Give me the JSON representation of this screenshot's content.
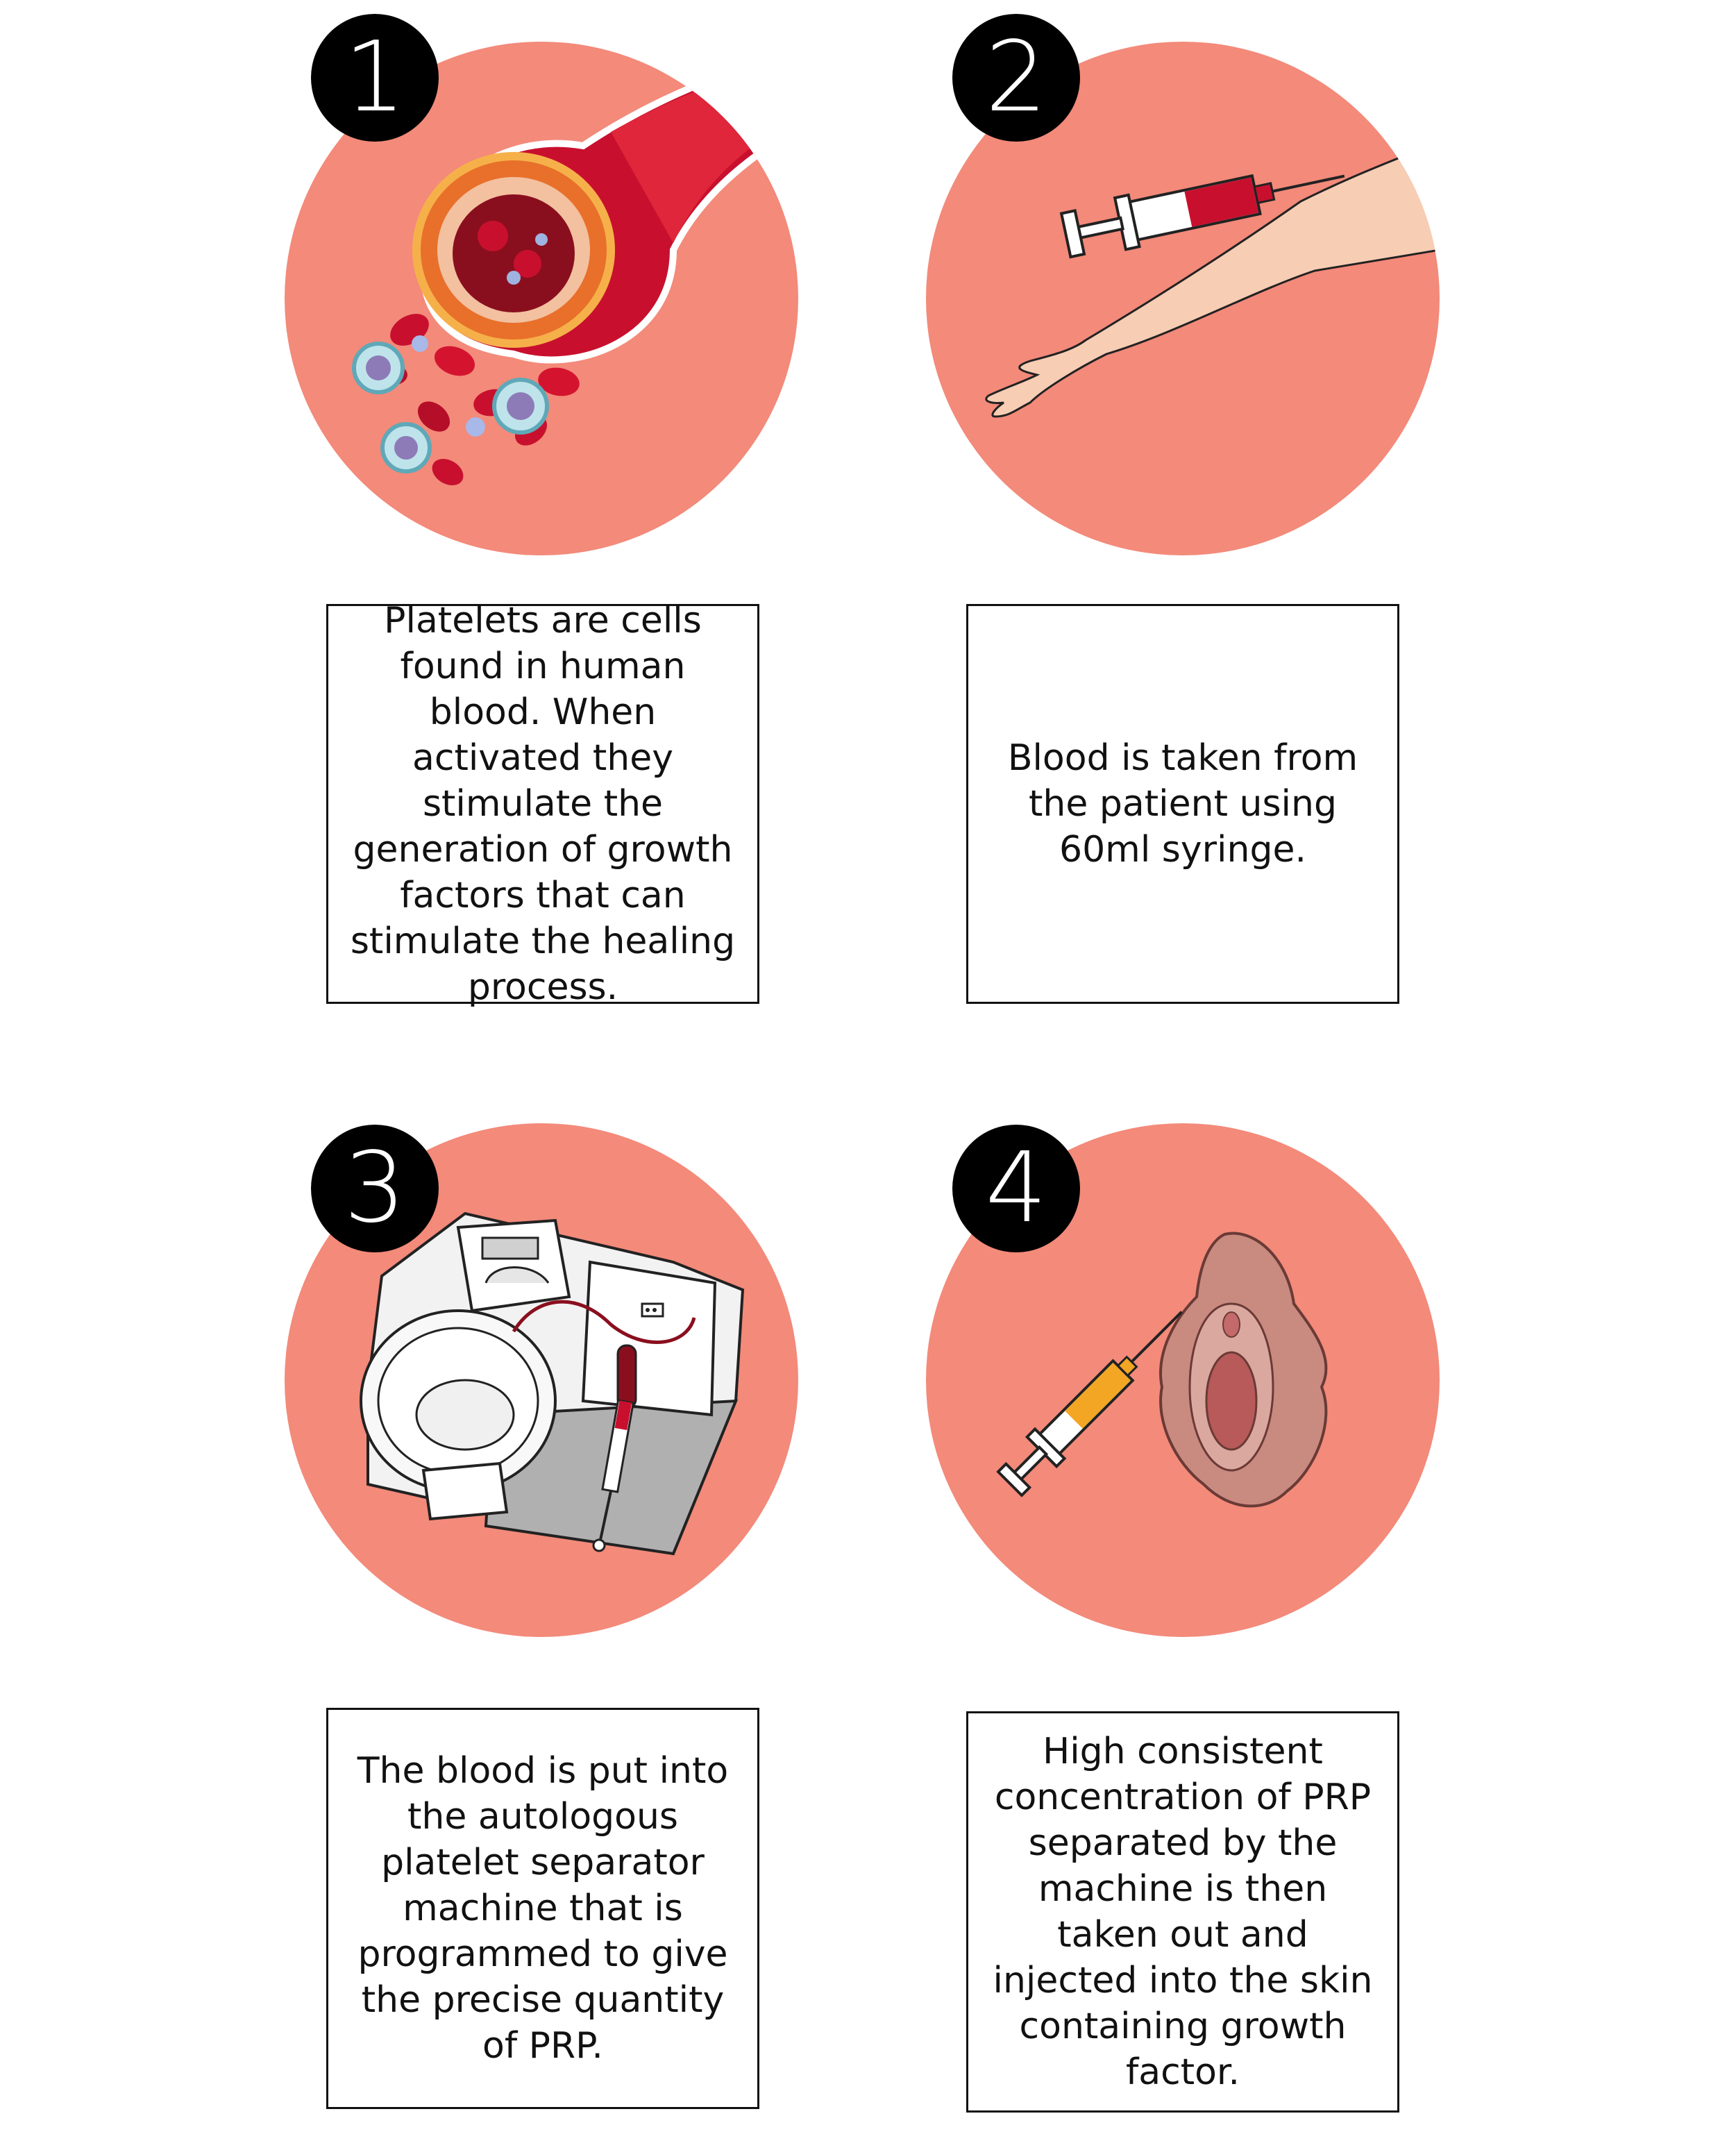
{
  "colors": {
    "circle": "#f38a7a",
    "badge": "#000000",
    "badge_text": "#ffffff",
    "border": "#111111"
  },
  "steps": [
    {
      "number": "1",
      "icon": "blood-vessel-cells-icon",
      "text": "Platelets are cells found in human blood. When activated they stimulate the generation of growth factors that can stimulate the healing process."
    },
    {
      "number": "2",
      "icon": "syringe-arm-icon",
      "text": "Blood is taken from the patient using 60ml syringe."
    },
    {
      "number": "3",
      "icon": "platelet-separator-machine-icon",
      "text": "The blood is put into the autologous platelet separator machine that is programmed to give the precise quantity of PRP."
    },
    {
      "number": "4",
      "icon": "syringe-injection-icon",
      "text": "High consistent concentration of PRP separated by the machine is then taken out and injected into the skin containing growth factor."
    }
  ]
}
